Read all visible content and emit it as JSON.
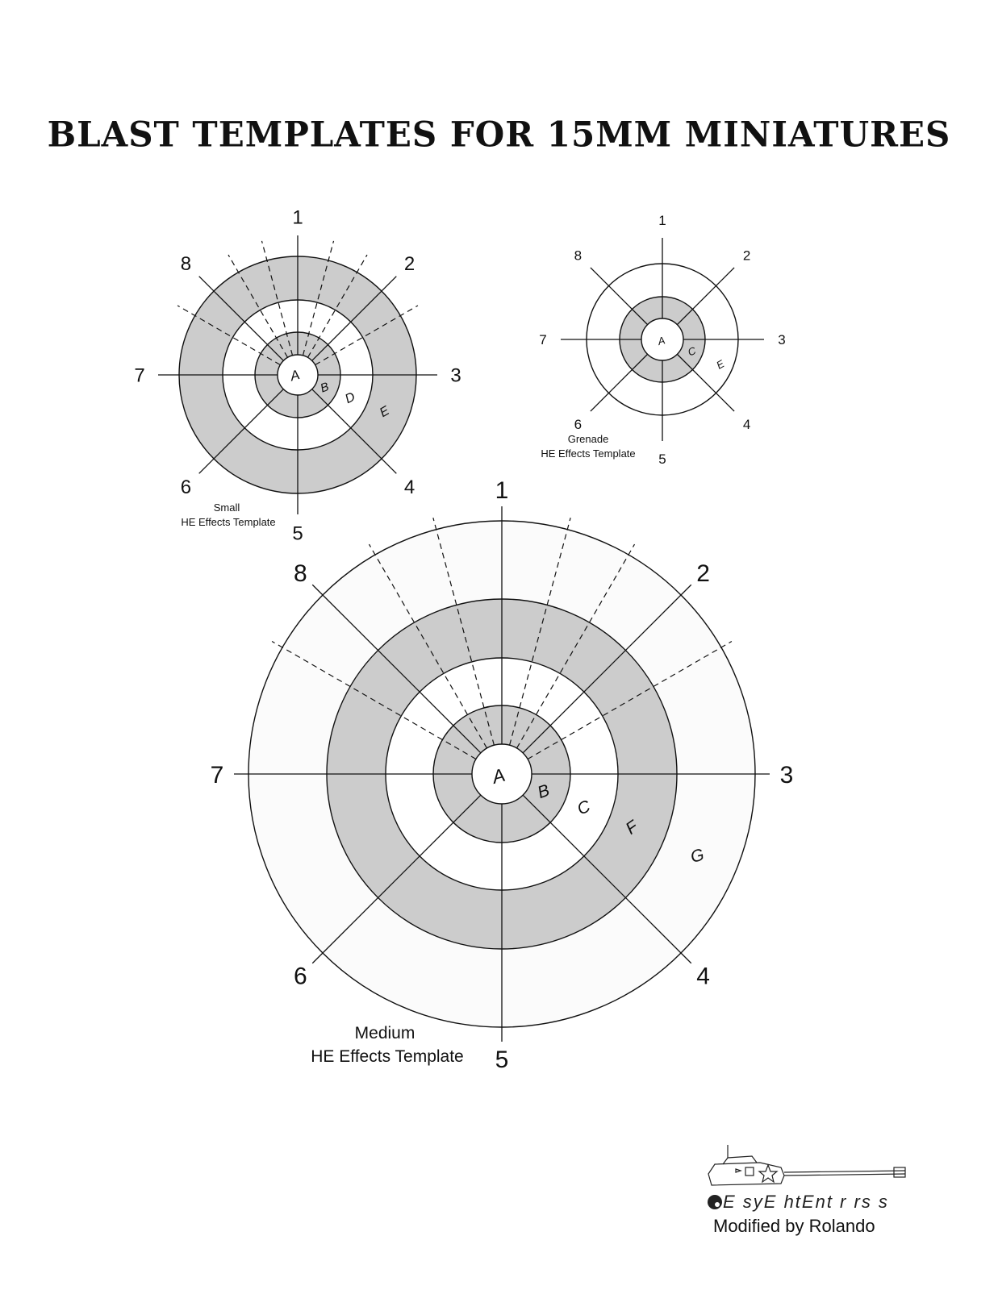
{
  "title": "BLAST TEMPLATES FOR 15MM MINIATURES",
  "templates": {
    "small": {
      "caption_line1": "Small",
      "caption_line2": "HE Effects Template",
      "zones": [
        "A",
        "B",
        "D",
        "E"
      ]
    },
    "grenade": {
      "caption_line1": "Grenade",
      "caption_line2": "HE Effects Template",
      "zones": [
        "A",
        "C",
        "E"
      ]
    },
    "medium": {
      "caption_line1": "Medium",
      "caption_line2": "HE Effects Template",
      "zones": [
        "A",
        "B",
        "C",
        "F",
        "G"
      ]
    }
  },
  "directions": [
    "1",
    "2",
    "3",
    "4",
    "5",
    "6",
    "7",
    "8"
  ],
  "colors": {
    "shaded": "#cccccc",
    "light": "#fbfbfb",
    "line": "#111111"
  },
  "footer": {
    "logo_text": "E syE htEnt r rs s",
    "modified_by": "Modified by Rolando"
  }
}
